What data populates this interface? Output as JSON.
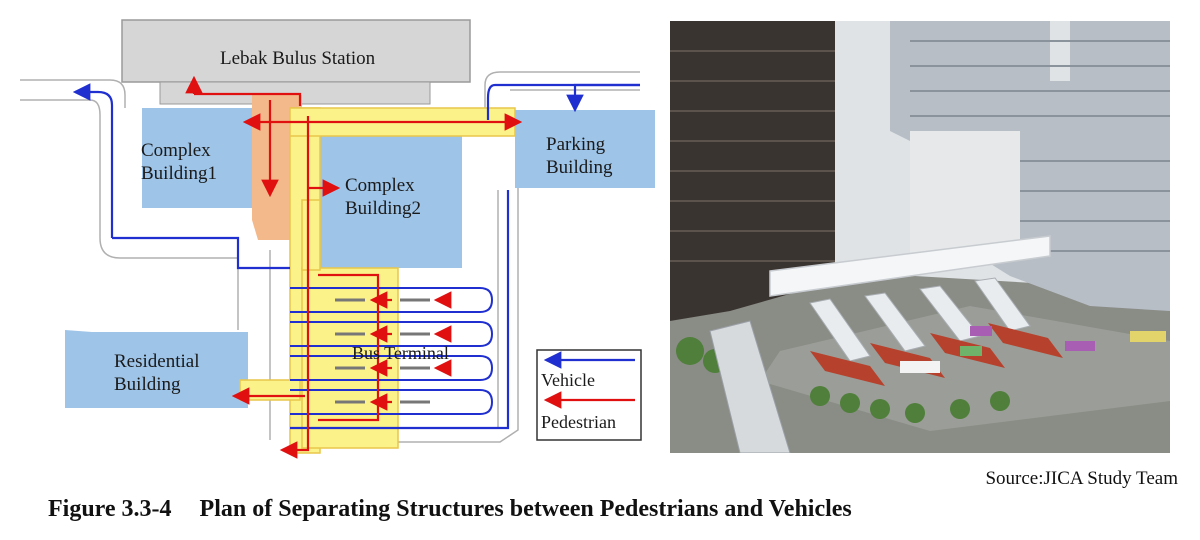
{
  "plan": {
    "station": "Lebak Bulus Station",
    "complex1": "Complex\nBuilding1",
    "complex2": "Complex\nBuilding2",
    "parking": "Parking\nBuilding",
    "residential": "Residential\nBuilding",
    "terminal": "Bus Terminal"
  },
  "legend": {
    "vehicle": "Vehicle",
    "pedestrian": "Pedestrian",
    "vehicle_color": "#1f2fd0",
    "pedestrian_color": "#e01010"
  },
  "colors": {
    "building": "#9ec4e8",
    "walkway": "#fbf28a",
    "walkway_edge": "#e8c64a",
    "station": "#d6d6d6",
    "plaza": "#f4b98a"
  },
  "source": "Source:JICA Study Team",
  "caption": {
    "number": "Figure 3.3-4",
    "title": "Plan of Separating Structures between Pedestrians and Vehicles"
  }
}
